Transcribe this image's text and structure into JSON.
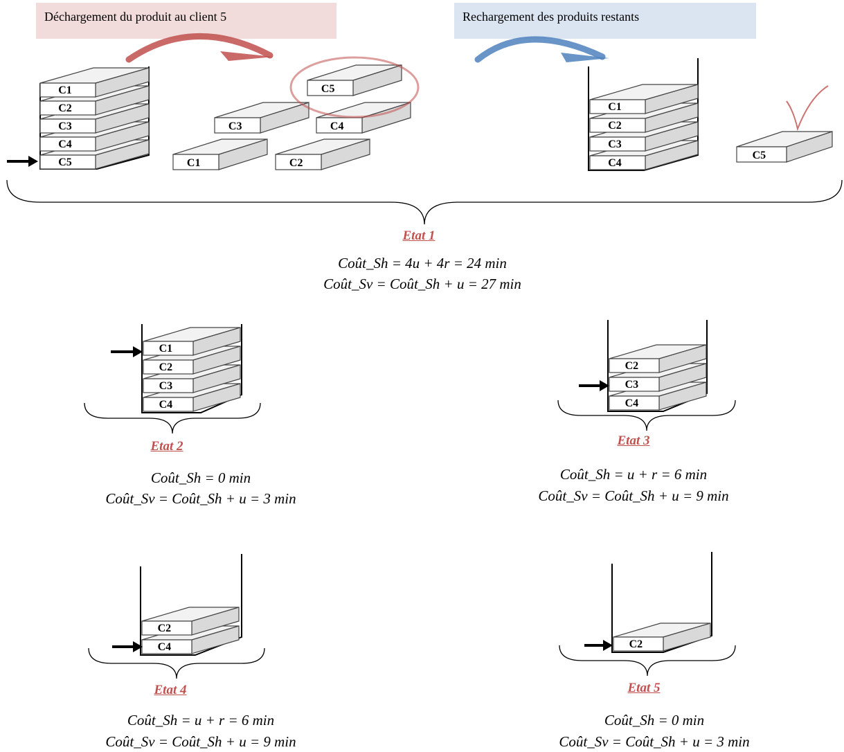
{
  "banners": {
    "unload": "Déchargement du produit au client 5",
    "reload": "Rechargement des produits restants"
  },
  "box_labels": {
    "c1": "C1",
    "c2": "C2",
    "c3": "C3",
    "c4": "C4",
    "c5": "C5"
  },
  "states": [
    {
      "title": "Etat 1",
      "sh": "Coût_Sh = 4u + 4r = 24 min",
      "sv": "Coût_Sv = Coût_Sh + u = 27 min"
    },
    {
      "title": "Etat 2",
      "sh": "Coût_Sh = 0 min",
      "sv": "Coût_Sv = Coût_Sh + u = 3 min"
    },
    {
      "title": "Etat 3",
      "sh": "Coût_Sh = u + r = 6 min",
      "sv": "Coût_Sv = Coût_Sh + u = 9 min"
    },
    {
      "title": "Etat 4",
      "sh": "Coût_Sh = u + r = 6 min",
      "sv": "Coût_Sv = Coût_Sh + u = 9 min"
    },
    {
      "title": "Etat 5",
      "sh": "Coût_Sh = 0 min",
      "sv": "Coût_Sv = Coût_Sh + u = 3 min"
    }
  ],
  "colors": {
    "state_title": "#c0504d",
    "unload_banner": "#f2dcdb",
    "reload_banner": "#dbe5f1",
    "unload_arrow": "#c0504d",
    "reload_arrow": "#4f81bd",
    "box_top": "#f2f2f2",
    "box_side": "#d9d9d9"
  }
}
